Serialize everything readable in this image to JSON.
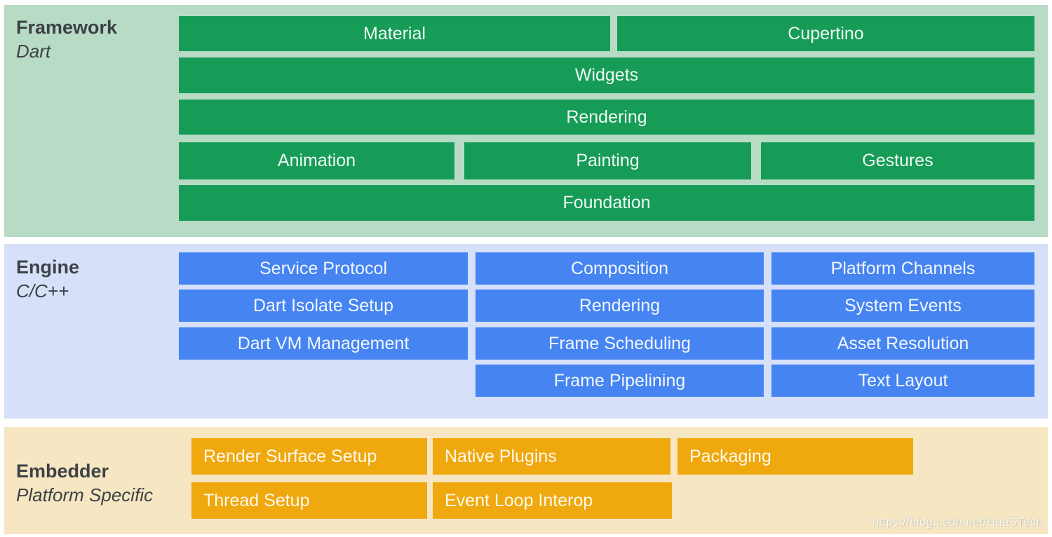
{
  "framework": {
    "label": "Framework",
    "sublabel": "Dart",
    "bars": {
      "material": "Material",
      "cupertino": "Cupertino",
      "widgets": "Widgets",
      "rendering": "Rendering",
      "animation": "Animation",
      "painting": "Painting",
      "gestures": "Gestures",
      "foundation": "Foundation"
    }
  },
  "engine": {
    "label": "Engine",
    "sublabel": "C/C++",
    "bars": {
      "service_protocol": "Service Protocol",
      "composition": "Composition",
      "platform_channels": "Platform Channels",
      "dart_isolate_setup": "Dart Isolate Setup",
      "rendering": "Rendering",
      "system_events": "System Events",
      "dart_vm_management": "Dart VM Management",
      "frame_scheduling": "Frame Scheduling",
      "asset_resolution": "Asset Resolution",
      "frame_pipelining": "Frame Pipelining",
      "text_layout": "Text Layout"
    }
  },
  "embedder": {
    "label": "Embedder",
    "sublabel": "Platform Specific",
    "bars": {
      "render_surface_setup": "Render Surface Setup",
      "native_plugins": "Native Plugins",
      "packaging": "Packaging",
      "thread_setup": "Thread Setup",
      "event_loop_interop": "Event Loop Interop"
    }
  },
  "watermark": {
    "text": "https://blog.csdn.net/HaaSTech"
  },
  "colors": {
    "framework_bg": "#b8dbc6",
    "framework_bar": "#169c57",
    "engine_bg": "#d7e0f9",
    "engine_bar": "#4584f1",
    "embedder_bg": "#f6e6c2",
    "embedder_bar": "#efa80d",
    "label_text": "#3d4247",
    "bar_text": "#ffffff"
  }
}
